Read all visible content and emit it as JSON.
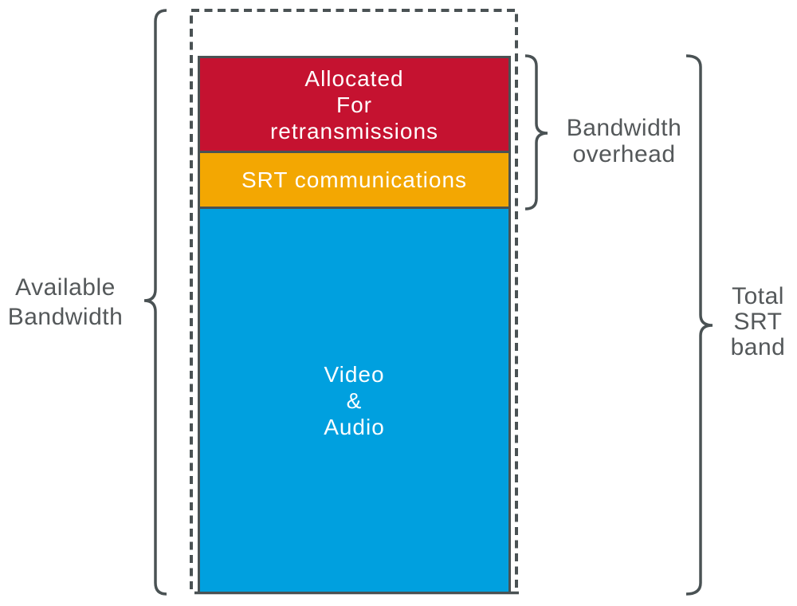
{
  "colors": {
    "red": "#C51230",
    "orange": "#F3A702",
    "blue": "#00A0DF",
    "outline": "#4A5254",
    "label-text": "#54585A"
  },
  "column": {
    "retransmissions": {
      "line1": "Allocated",
      "line2": "For",
      "line3": "retransmissions"
    },
    "srt_communications": {
      "line1": "SRT communications"
    },
    "video_audio": {
      "line1": "Video",
      "line2": "&",
      "line3": "Audio"
    }
  },
  "labels": {
    "available_bandwidth": {
      "line1": "Available",
      "line2": "Bandwidth"
    },
    "bandwidth_overhead": {
      "line1": "Bandwidth",
      "line2": "overhead"
    },
    "total_srt_band": {
      "line1": "Total",
      "line2": "SRT",
      "line3": "band"
    }
  }
}
